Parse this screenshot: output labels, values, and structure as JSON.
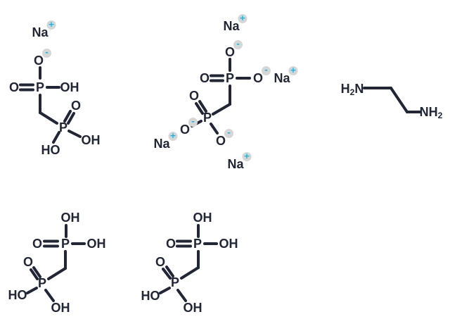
{
  "page": {
    "background": "#ffffff"
  },
  "colors": {
    "bond": "#202636",
    "atom_text": "#202636",
    "charge_fg": "#00b9ea",
    "charge_bg": "#d6d6d6"
  },
  "molecules": [
    {
      "id": "top-left-structure",
      "atoms": [
        {
          "symbol": "Na",
          "charge": "+"
        },
        {
          "symbol": "O",
          "charge": "-"
        },
        {
          "symbol": "P"
        },
        {
          "symbol": "O"
        },
        {
          "symbol": "OH"
        },
        {
          "symbol": "P"
        },
        {
          "symbol": "O"
        },
        {
          "symbol": "OH"
        },
        {
          "symbol": "HO"
        }
      ]
    },
    {
      "id": "top-middle-structure",
      "atoms": [
        {
          "symbol": "Na",
          "charge": "+"
        },
        {
          "symbol": "O",
          "charge": "-"
        },
        {
          "symbol": "P"
        },
        {
          "symbol": "O"
        },
        {
          "symbol": "O",
          "charge": "-"
        },
        {
          "symbol": "Na",
          "charge": "+"
        },
        {
          "symbol": "P"
        },
        {
          "symbol": "O"
        },
        {
          "symbol": "O",
          "charge": "-"
        },
        {
          "symbol": "Na",
          "charge": "+"
        },
        {
          "symbol": "O",
          "charge": "-"
        },
        {
          "symbol": "Na",
          "charge": "+"
        }
      ]
    },
    {
      "id": "top-right-structure",
      "atoms": [
        {
          "parts": [
            "H",
            "2",
            "N"
          ]
        },
        {
          "parts": [
            "NH",
            "2"
          ]
        }
      ]
    },
    {
      "id": "bottom-left-structure",
      "atoms": [
        {
          "symbol": "OH"
        },
        {
          "symbol": "P"
        },
        {
          "symbol": "O"
        },
        {
          "symbol": "OH"
        },
        {
          "symbol": "P"
        },
        {
          "symbol": "O"
        },
        {
          "symbol": "HO"
        },
        {
          "symbol": "OH"
        }
      ]
    },
    {
      "id": "bottom-middle-structure",
      "atoms": [
        {
          "symbol": "OH"
        },
        {
          "symbol": "P"
        },
        {
          "symbol": "O"
        },
        {
          "symbol": "OH"
        },
        {
          "symbol": "P"
        },
        {
          "symbol": "O"
        },
        {
          "symbol": "HO"
        },
        {
          "symbol": "OH"
        }
      ]
    }
  ]
}
